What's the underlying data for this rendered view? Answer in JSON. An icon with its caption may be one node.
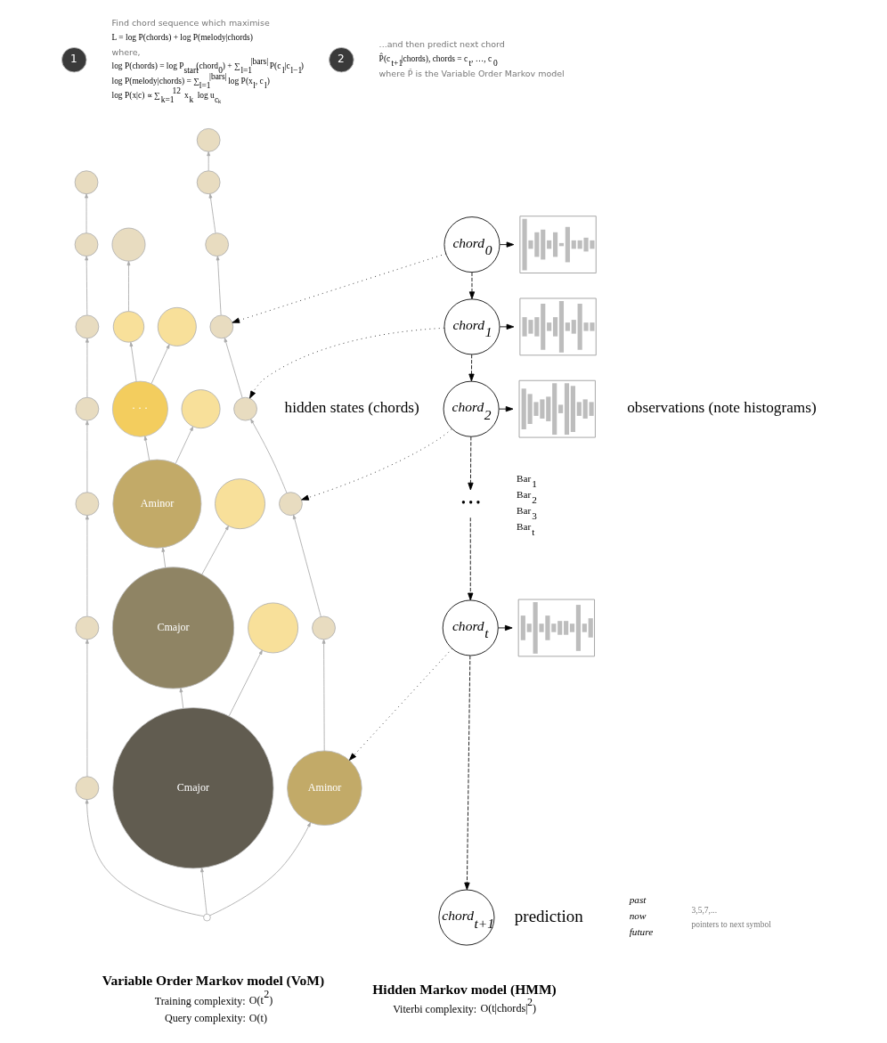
{
  "diagram": {
    "nodes": [
      {
        "text": [
          "1"
        ]
      },
      {
        "text": [
          "2"
        ]
      },
      {
        "text": [],
        "shape": "circle"
      },
      {
        "text": [],
        "shape": "circle"
      },
      {
        "text": [],
        "shape": "circle"
      },
      {
        "text": [],
        "shape": "circle"
      },
      {
        "text": [],
        "shape": "circle"
      },
      {
        "text": [],
        "shape": "circle"
      },
      {
        "text": [],
        "shape": "circle"
      },
      {
        "text": [],
        "shape": "circle"
      },
      {
        "text": [],
        "shape": "circle"
      },
      {
        "text": [],
        "shape": "circle"
      },
      {
        "text": [],
        "shape": "circle"
      },
      {
        "text": [
          "· · ·"
        ]
      },
      {
        "text": [],
        "shape": "circle"
      },
      {
        "text": [],
        "shape": "circle"
      },
      {
        "text": [],
        "shape": "circle"
      },
      {
        "text": [
          "Aminor"
        ]
      },
      {
        "text": [],
        "shape": "circle"
      },
      {
        "text": [],
        "shape": "circle"
      },
      {
        "text": [],
        "shape": "circle"
      },
      {
        "text": [
          "Cmajor"
        ]
      },
      {
        "text": [],
        "shape": "circle"
      },
      {
        "text": [],
        "shape": "circle"
      },
      {
        "text": [],
        "shape": "circle"
      },
      {
        "text": [
          "Cmajor"
        ]
      },
      {
        "text": [
          "Aminor"
        ]
      },
      {
        "text": [],
        "shape": "circle"
      },
      {
        "text": [
          "chord$_{0}$"
        ]
      },
      {
        "text": [],
        "shape": "picture"
      },
      {
        "text": [
          "chord$_{1}$"
        ]
      },
      {
        "text": [],
        "shape": "picture"
      },
      {
        "text": [
          "chord$_{2}$"
        ]
      },
      {
        "text": [],
        "shape": "picture"
      },
      {
        "text": [
          "• • •"
        ]
      },
      {
        "text": [
          "chord$_{t}$"
        ]
      },
      {
        "text": [],
        "shape": "picture"
      },
      {
        "text": [
          "chord$_{t+1}$"
        ],
        "beside": [
          "prediction"
        ]
      }
    ],
    "edges": [
      {
        "from": 24,
        "to": 20,
        "arrow": "to"
      },
      {
        "from": 20,
        "to": 16,
        "arrow": "to"
      },
      {
        "from": 16,
        "to": 12,
        "arrow": "to"
      },
      {
        "from": 12,
        "to": 8,
        "arrow": "to"
      },
      {
        "from": 8,
        "to": 5,
        "arrow": "to"
      },
      {
        "from": 5,
        "to": 3,
        "arrow": "to"
      },
      {
        "from": 25,
        "to": 21,
        "arrow": "to"
      },
      {
        "from": 21,
        "to": 17,
        "arrow": "to"
      },
      {
        "from": 17,
        "to": 13,
        "arrow": "to"
      },
      {
        "from": 13,
        "to": 9,
        "arrow": "to"
      },
      {
        "from": 9,
        "to": 6,
        "arrow": "to"
      },
      {
        "from": 13,
        "to": 10,
        "arrow": "to"
      },
      {
        "from": 17,
        "to": 14,
        "arrow": "to"
      },
      {
        "from": 21,
        "to": 18,
        "arrow": "to"
      },
      {
        "from": 25,
        "to": 22,
        "arrow": "to"
      },
      {
        "from": 26,
        "to": 23,
        "arrow": "to"
      },
      {
        "from": 23,
        "to": 19,
        "arrow": "to"
      },
      {
        "from": 19,
        "to": 15,
        "arrow": "to"
      },
      {
        "from": 15,
        "to": 11,
        "arrow": "to"
      },
      {
        "from": 11,
        "to": 7,
        "arrow": "to"
      },
      {
        "from": 7,
        "to": 4,
        "arrow": "to"
      },
      {
        "from": 4,
        "to": 2,
        "arrow": "to"
      },
      {
        "from": 27,
        "to": 24,
        "arrow": "to"
      },
      {
        "from": 27,
        "to": 25,
        "arrow": "to"
      },
      {
        "from": 27,
        "to": 26,
        "arrow": "to"
      },
      {
        "from": 28,
        "to": 30,
        "arrow": "to",
        "style": "dashed",
        "color": "#000000"
      },
      {
        "from": 30,
        "to": 32,
        "arrow": "to",
        "style": "dashed",
        "color": "#000000"
      },
      {
        "from": 32,
        "to": 34,
        "arrow": "to",
        "style": "dashed",
        "color": "#000000"
      },
      {
        "from": 34,
        "to": 35,
        "arrow": "to",
        "style": "dashed",
        "color": "#000000"
      },
      {
        "from": 35,
        "to": 37,
        "arrow": "to",
        "style": "dashed",
        "color": "#000000"
      },
      {
        "from": 28,
        "to": 29,
        "arrow": "to",
        "color": "#000000"
      },
      {
        "from": 30,
        "to": 31,
        "arrow": "to",
        "color": "#000000"
      },
      {
        "from": 32,
        "to": 33,
        "arrow": "to",
        "color": "#000000"
      },
      {
        "from": 35,
        "to": 36,
        "arrow": "to",
        "color": "#000000"
      },
      {
        "from": 28,
        "to": 11,
        "arrow": "to",
        "style": "dashed",
        "color": "#000000"
      },
      {
        "from": 30,
        "to": 15,
        "arrow": "to",
        "style": "dashed",
        "color": "#000000"
      },
      {
        "from": 32,
        "to": 19,
        "arrow": "to",
        "style": "dashed",
        "color": "#000000"
      },
      {
        "from": 35,
        "to": 26,
        "arrow": "to",
        "style": "dashed",
        "color": "#000000"
      }
    ],
    "labels": [
      "Find chord sequence which maximise",
      "L = log P(chords) + log P(melody|chords)",
      "where,",
      "log P(chords) = log P$_{start}$(chord$_{0}$) + ∑$_{l=1}$$^{|bars|}$ P(c$_{l}$|c$_{l−1}$)",
      "log P(melody|chords) = ∑$_{l=1}$$^{|bars|}$ log P(x$_{l}$, c$_{l}$)",
      "log P(x|c) ∝ ∑$_{k=1}$$^{12}$ x$_{k}$ log u$_{cₖ}$",
      "...and then predict next chord",
      "P̂(c$_{t+1}$|chords), chords = c$_{t}$, …, c$_{0}$",
      "where P̂ is the Variable Order Markov model",
      "hidden states (chords)",
      "observations (note histograms)",
      "Bar$_{1}$",
      "Bar$_{2}$",
      "Bar$_{3}$",
      "Bar$_{t}$",
      "past",
      "now",
      "future",
      "3,5,7,...",
      "pointers to next symbol",
      "Variable Order Markov model (VoM)",
      "Training complexity:",
      "O(t$^{2}$)",
      "Query complexity:",
      "O(t)",
      "Hidden Markov model (HMM)",
      "Viterbi complexity:",
      "O(t|chords|$^{2}$)"
    ]
  }
}
